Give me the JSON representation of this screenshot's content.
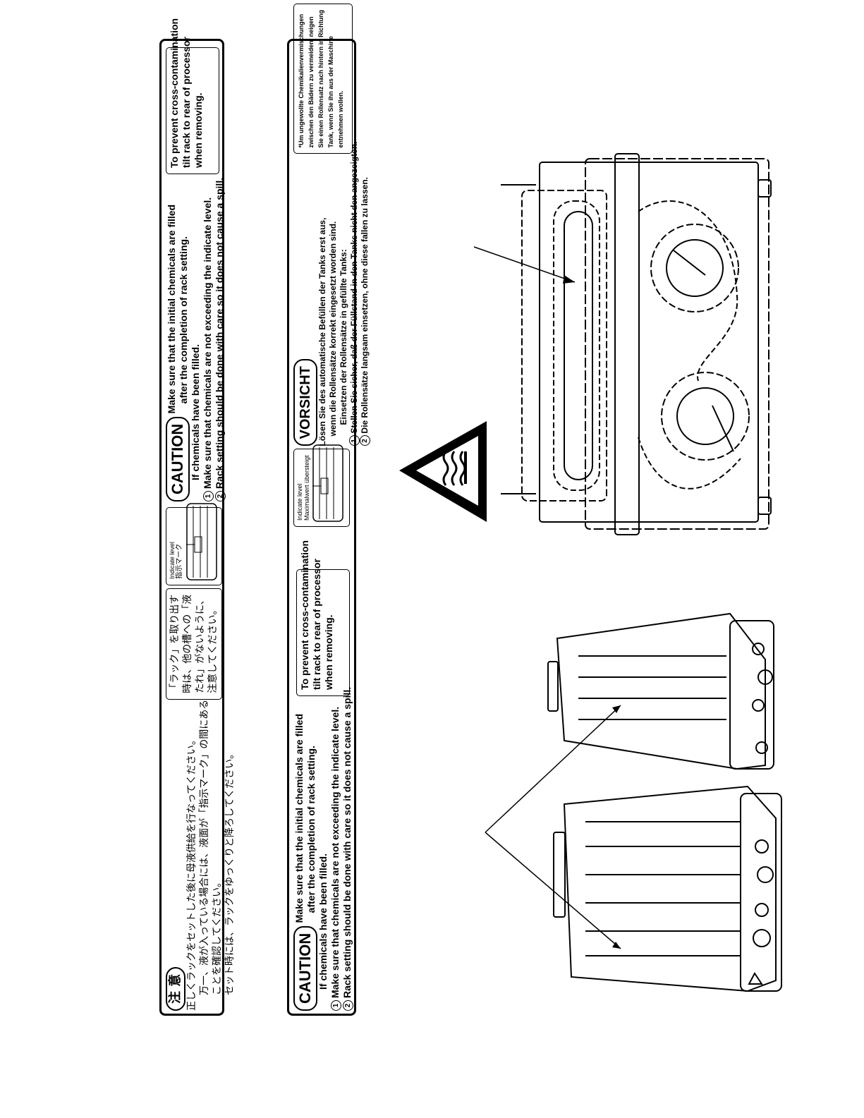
{
  "label1": {
    "jp": {
      "badge": "注 意",
      "lines": [
        "正しくラックをセットした後に母液供給を行なってください。",
        "万一、液が入っている場合には、液面が「指示マーク」の間にある",
        "ことを確認してください。",
        "セット時には、ラックをゆっくりと降ろしてください。"
      ]
    },
    "jp_box": {
      "lines": [
        "「ラック」を取り出す",
        "時は、他の槽への「液",
        "たれ」がないように、",
        "注意してください。"
      ]
    },
    "indicator": {
      "label1": "Indicate level",
      "label2": "指示マーク"
    },
    "en": {
      "badge": "CAUTION",
      "intro1": "Make sure that the initial chemicals are filled",
      "intro2": "after the completion of rack setting.",
      "sub": "If chemicals have been filled.",
      "item1_num": "1",
      "item1": "Make sure that chemicals are not exceeding the indicate level.",
      "item2_num": "2",
      "item2": "Rack setting should be done with care so it does not cause a spill."
    },
    "en_box": {
      "lines": [
        "To prevent cross-contamination",
        "tilt rack to rear of processor",
        "when removing."
      ]
    }
  },
  "label2": {
    "en": {
      "badge": "CAUTION",
      "intro1": "Make sure that the initial chemicals are filled",
      "intro2": "after the completion of rack setting.",
      "sub": "If chemicals have been filled.",
      "item1_num": "1",
      "item1": "Make sure that chemicals are not exceeding the indicate level.",
      "item2_num": "2",
      "item2": "Rack setting should be done with care so it does not cause a spill."
    },
    "en_box": {
      "lines": [
        "To prevent cross-contamination",
        "tilt rack to rear of processor",
        "when removing."
      ]
    },
    "indicator": {
      "label1": "Indicate level",
      "label2": "Maximalwert übersteigt"
    },
    "de": {
      "badge": "VORSICHT",
      "intro1": "Lösen Sie des automatische Befüllen der Tanks erst aus,",
      "intro2": "wenn die Rollensätze korrekt eingesetzt worden sind.",
      "sub": "Einsetzen der Rollensätze in gefüllte Tanks:",
      "item1_num": "1",
      "item1": "Stellen Sie sicher, daß der Füllstand in den Tanks nicht den angezeigten.",
      "item2_num": "2",
      "item2": "Die Rollensätze langsam einsetzen, ohne diese fallen zu lassen."
    },
    "de_box": {
      "lines": [
        "*Um ungewollte Chemikalienvermischungen",
        "zwischen den Bädern zu vermeiden, neigen",
        "Sie einen Rollensatz nach hintern in Richtung",
        "Tank, wenn Sie ihn aus der Maschine",
        "entnehmen wollen."
      ]
    }
  }
}
